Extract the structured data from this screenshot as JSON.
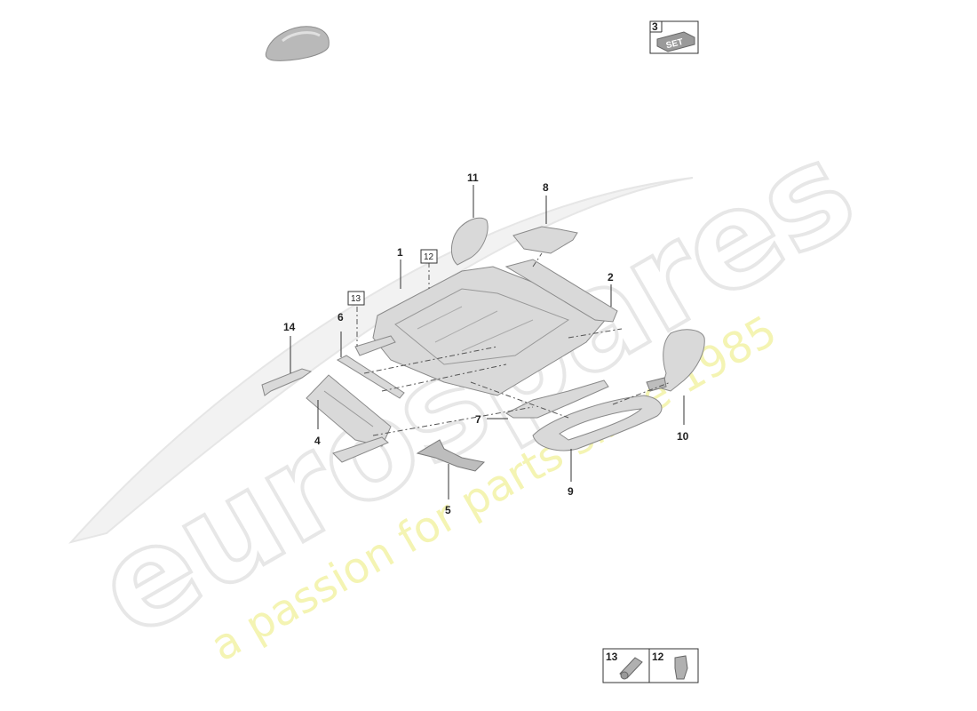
{
  "watermark": {
    "brand": "eurospares",
    "tagline": "a passion for parts since 1985"
  },
  "set_badge": {
    "number": "3",
    "text": "SET"
  },
  "callouts": [
    "1",
    "2",
    "4",
    "5",
    "6",
    "7",
    "8",
    "9",
    "10",
    "11",
    "14"
  ],
  "boxed_callouts": [
    "12",
    "13"
  ],
  "legend": [
    {
      "number": "13"
    },
    {
      "number": "12"
    }
  ]
}
